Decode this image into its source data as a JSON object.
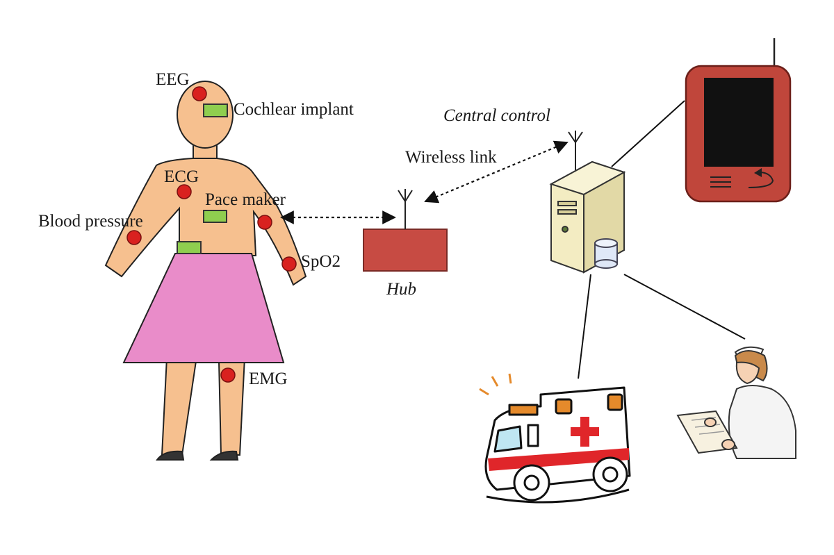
{
  "labels": {
    "eeg": "EEG",
    "cochlear_implant": "Cochlear implant",
    "ecg": "ECG",
    "pace_maker": "Pace maker",
    "blood_pressure": "Blood pressure",
    "spo2": "SpO2",
    "emg": "EMG",
    "hub": "Hub",
    "wireless_link": "Wireless link",
    "central_control": "Central control"
  },
  "colors": {
    "skin": "#f6c08f",
    "skirt": "#e98cc9",
    "sensor": "#d9211f",
    "implant": "#8fce4f",
    "hub": "#c74b43",
    "tablet": "#c0463b",
    "server": "#f3ecc2",
    "line": "#111111"
  },
  "icons": {
    "person": "human-body-icon",
    "hub": "hub-box-icon",
    "server": "server-computer-icon",
    "tablet": "tablet-device-icon",
    "ambulance": "ambulance-icon",
    "nurse": "nurse-icon"
  }
}
